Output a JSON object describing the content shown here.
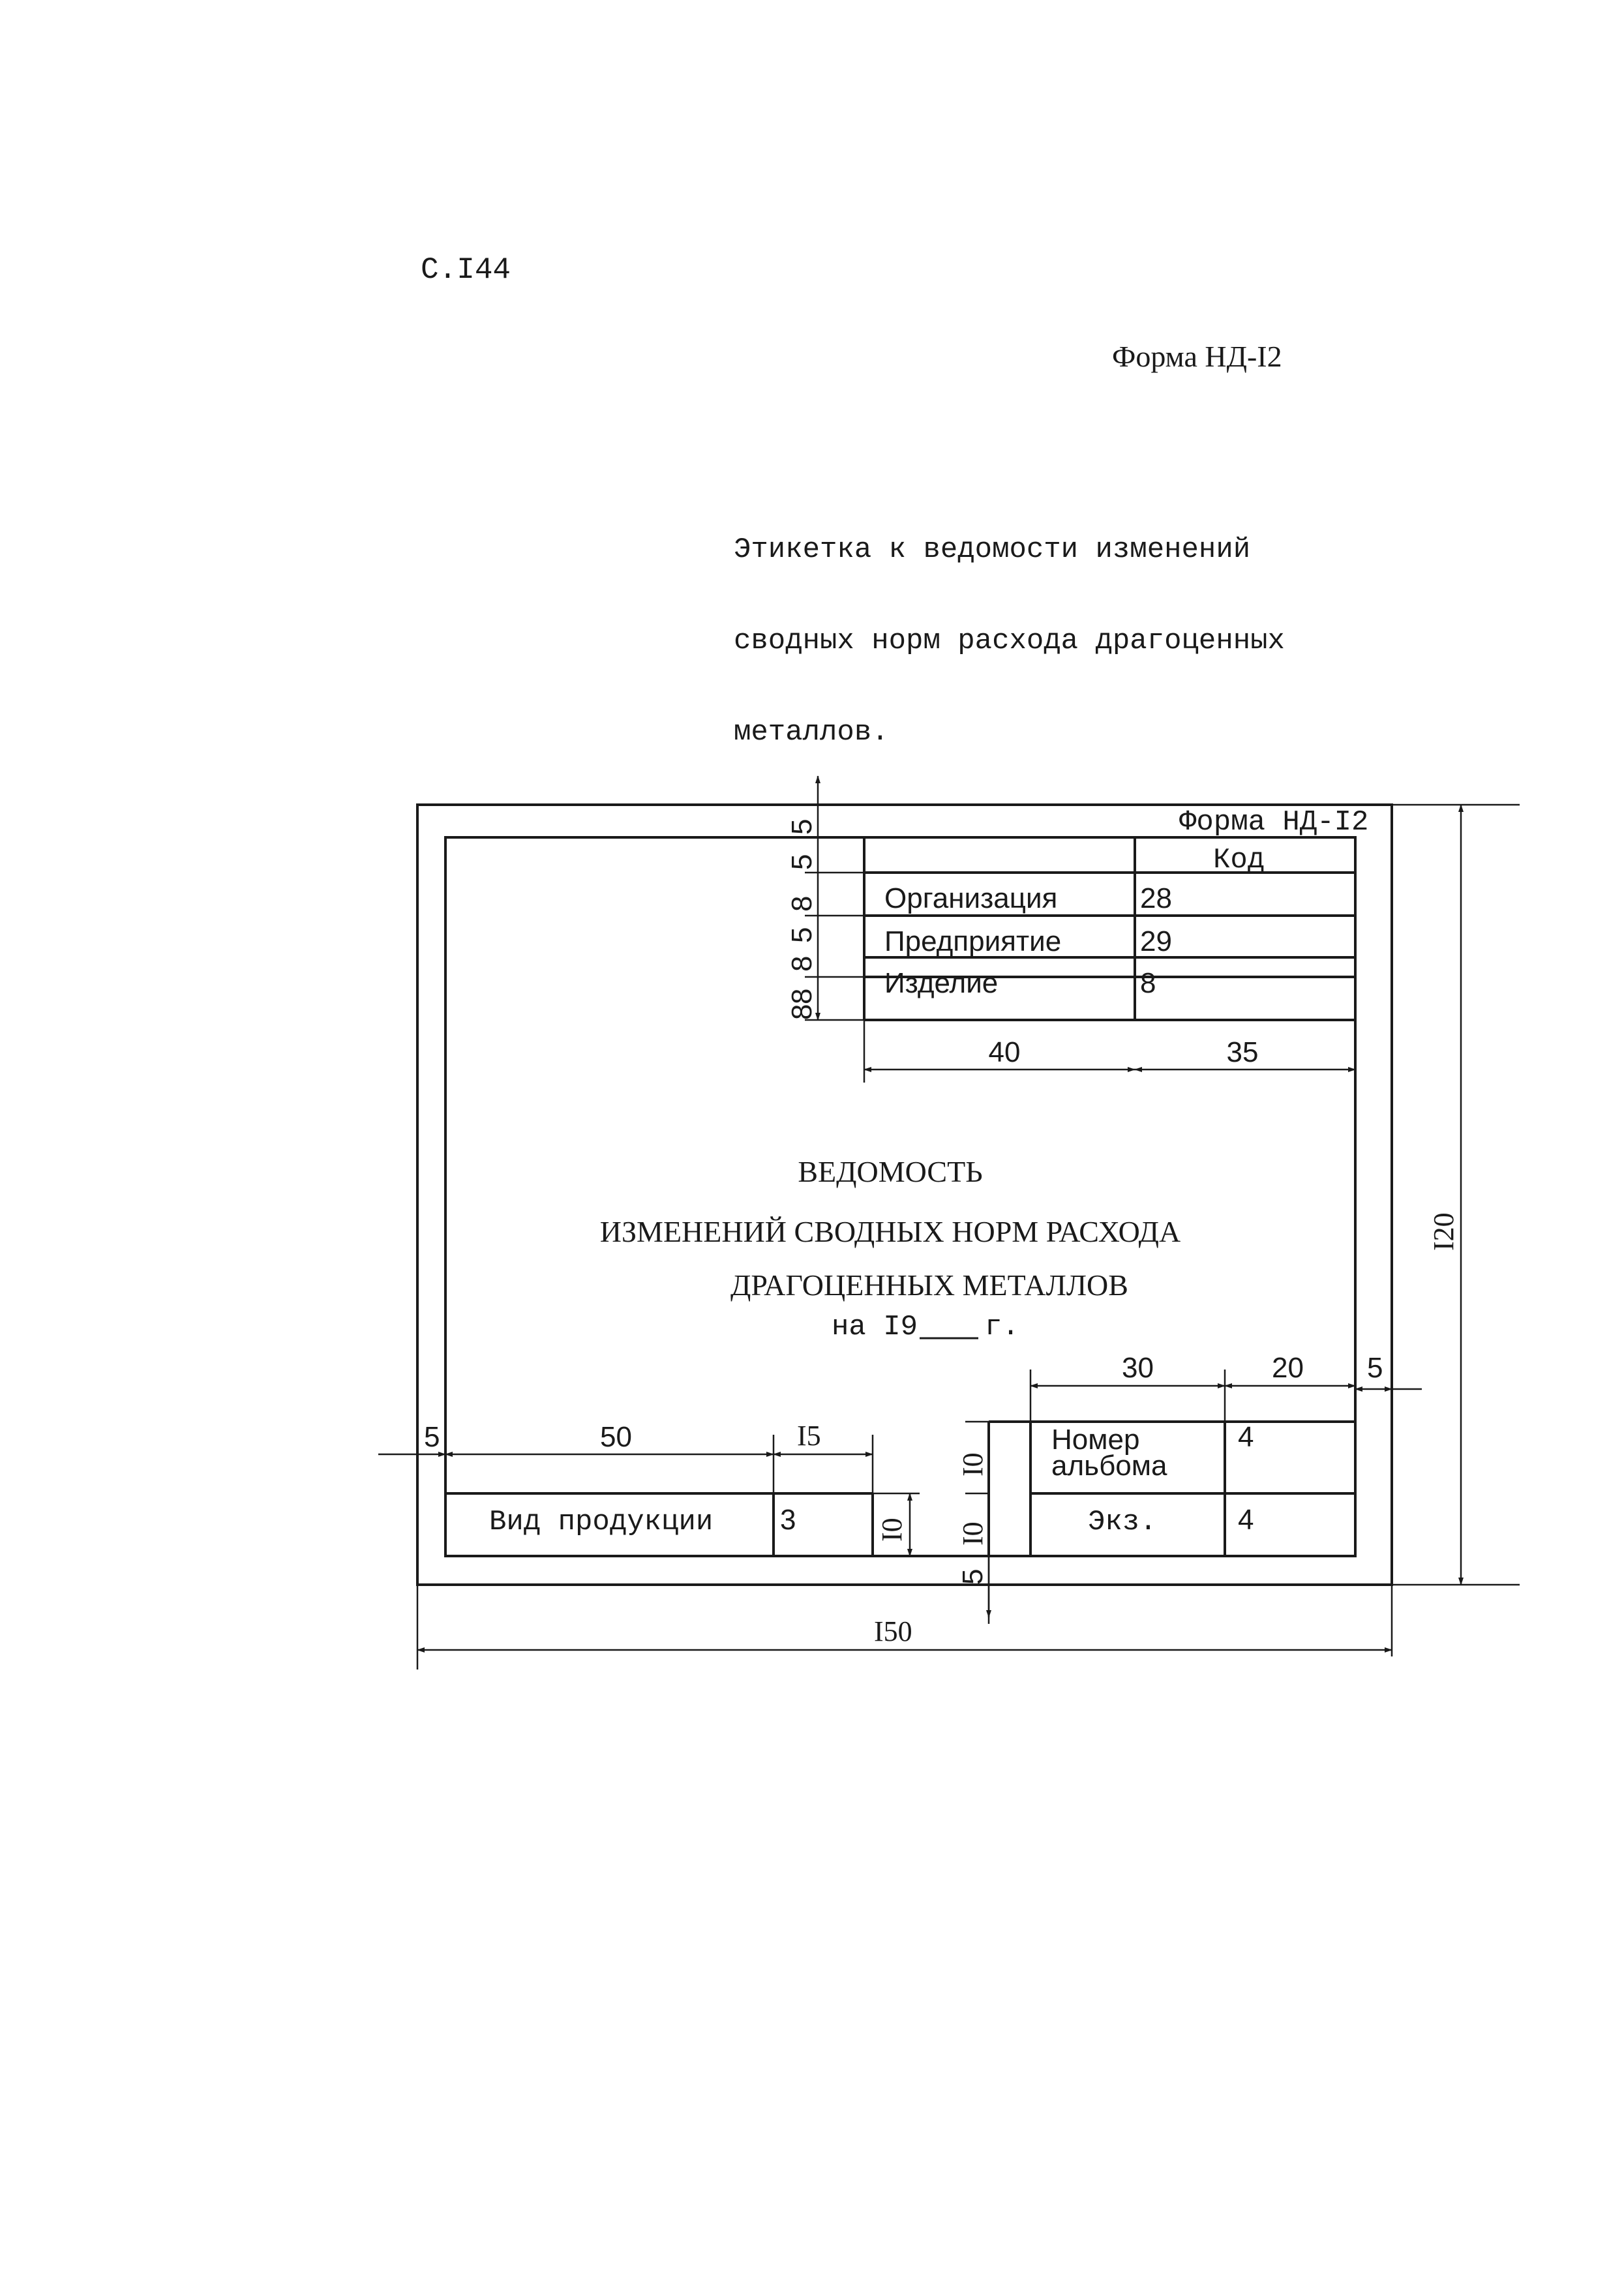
{
  "page_number": "С.I44",
  "form_id": "Форма НД-I2",
  "caption_lines": [
    "Этикетка к ведомости изменений",
    "сводных норм расхода драгоценных",
    "металлов."
  ],
  "label": {
    "form_id": "Форма НД-I2",
    "code_header": "Код",
    "rows": [
      {
        "name": "Организация",
        "code": "28"
      },
      {
        "name": "Предприятие",
        "code": "29"
      },
      {
        "name": "Изделие",
        "code": "8"
      }
    ],
    "title_lines": [
      "ВЕДОМОСТЬ",
      "ИЗМЕНЕНИЙ СВОДНЫХ НОРМ РАСХОДА",
      "ДРАГОЦЕННЫХ МЕТАЛЛОВ"
    ],
    "year_prefix": "на I9",
    "year_suffix": "г.",
    "product_label": "Вид продукции",
    "product_value": "3",
    "album_label_1": "Номер",
    "album_label_2": "альбома",
    "album_value": "4",
    "copy_label": "Экз.",
    "copy_value": "4"
  },
  "dimensions": {
    "top_margin": "5",
    "row_height_1": "8",
    "row_height_1_half": "5",
    "row_height_2": "8",
    "row_height_2_half": "5",
    "row_height_3": "8",
    "row_height_4": "8",
    "col_name": "40",
    "col_code": "35",
    "total_height": "I20",
    "total_width": "I50",
    "left_margin": "5",
    "right_margin": "5",
    "bottom_margin": "5",
    "product_label_width": "50",
    "product_value_width": "I5",
    "product_height": "I0",
    "album_label_width": "30",
    "album_value_width": "20",
    "album_row_height": "I0",
    "copy_row_height": "I0"
  }
}
